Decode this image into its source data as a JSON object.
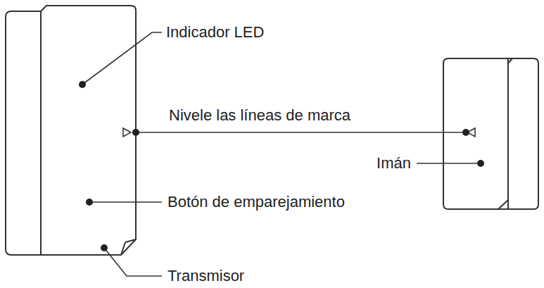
{
  "diagram": {
    "labels": [
      "Indicador LED",
      "Nivele las líneas de marca",
      "Imán",
      "Botón de emparejamiento",
      "Transmisor"
    ]
  }
}
